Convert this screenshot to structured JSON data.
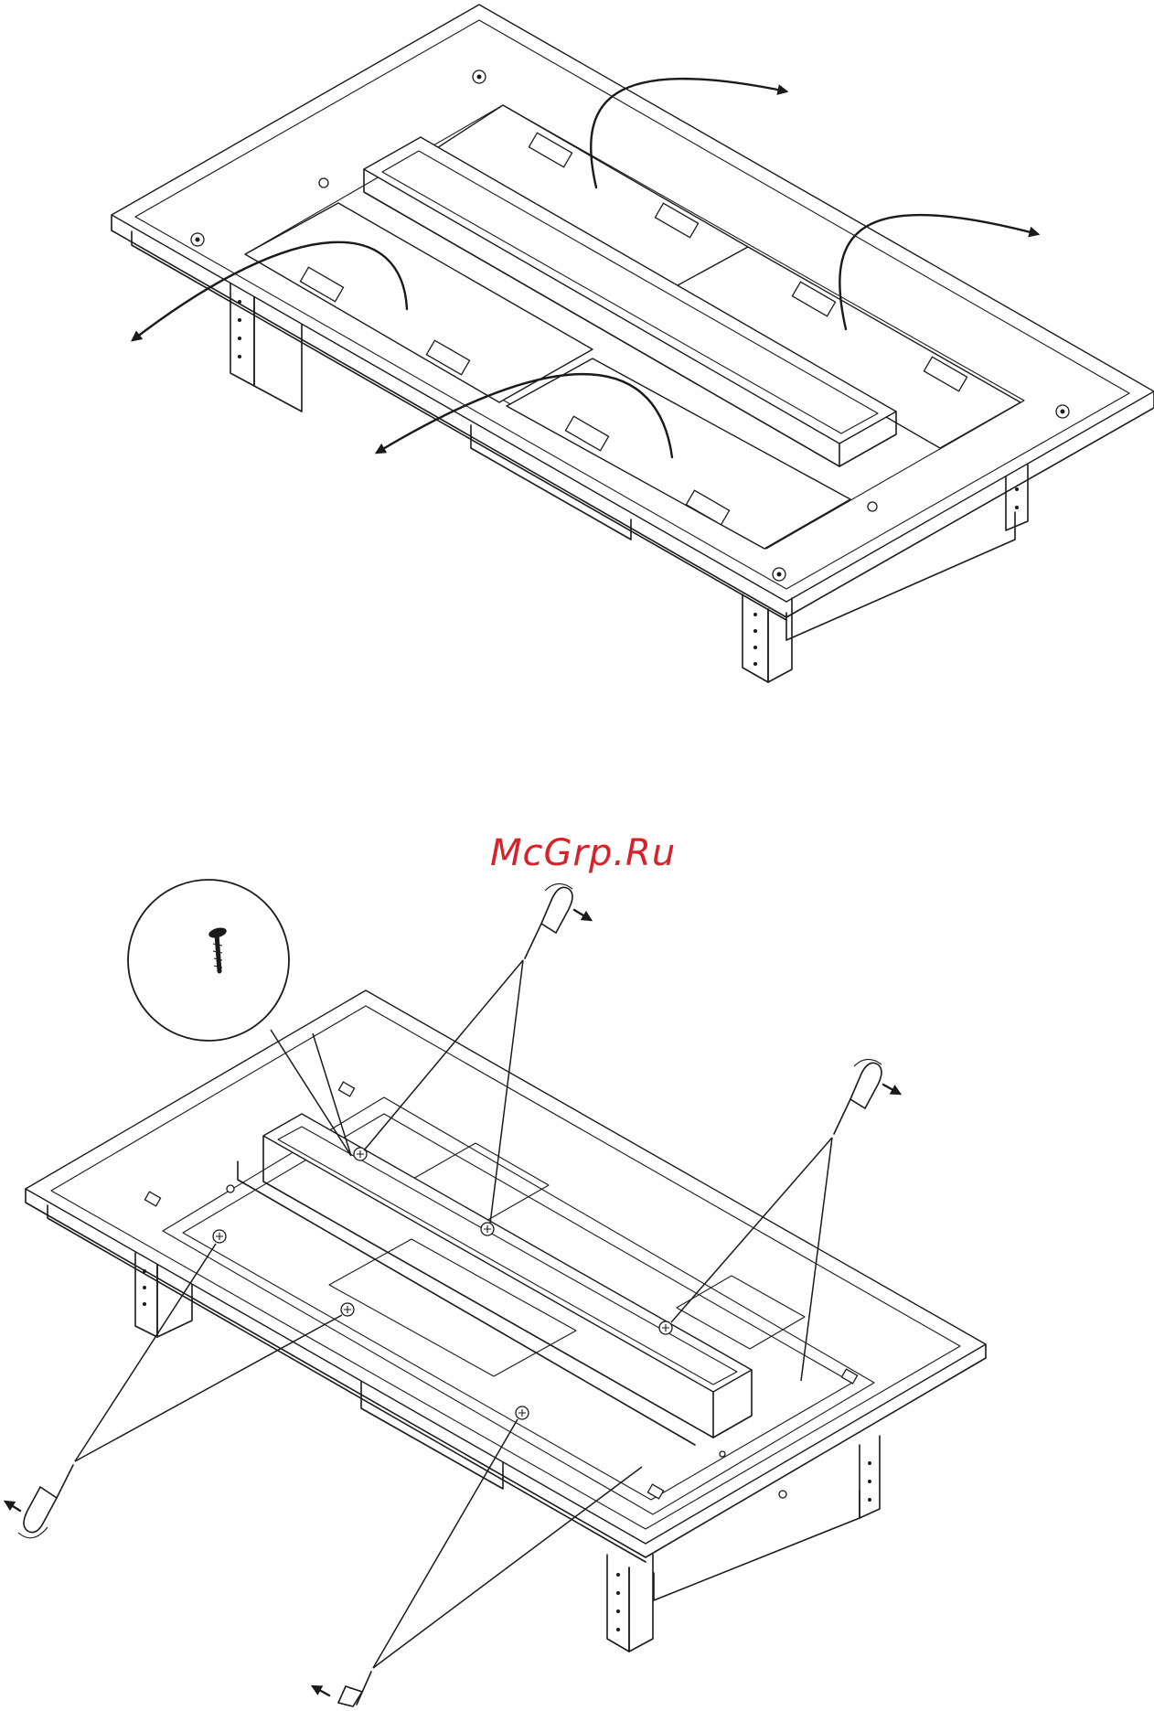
{
  "watermark": {
    "text": "McGrp.Ru",
    "color": "#d6232a"
  },
  "figures": [
    {
      "id": "step-1",
      "subject": "ceiling-unit-with-four-filter-panels",
      "arrow_count": 4
    },
    {
      "id": "step-2",
      "subject": "ceiling-unit-screw-removal",
      "screwdriver_count": 4,
      "detail_callout": "screw-icon"
    }
  ]
}
